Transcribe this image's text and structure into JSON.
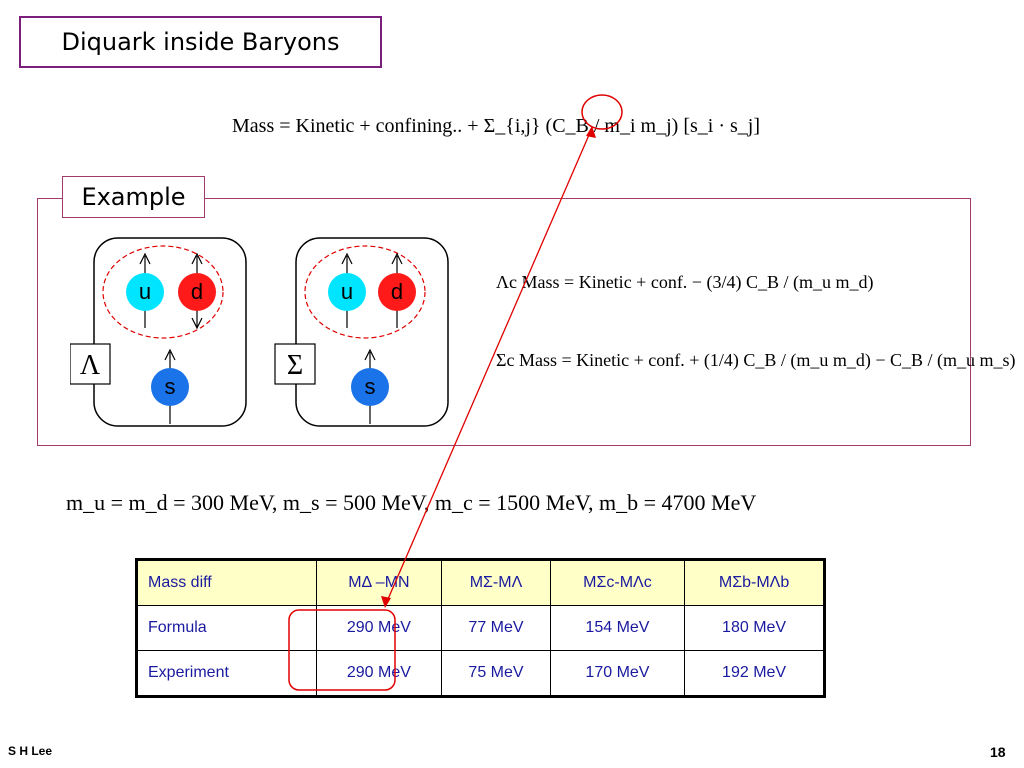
{
  "title": "Diquark inside Baryons",
  "formula_main": "Mass = Kinetic + confining.. + Σ_{i,j} (C_B / m_i m_j) [s_i · s_j]",
  "example_label": "Example",
  "baryons": [
    {
      "symbol": "Λ",
      "quarks": [
        "u",
        "d",
        "s"
      ]
    },
    {
      "symbol": "Σ",
      "quarks": [
        "u",
        "d",
        "s"
      ]
    }
  ],
  "formula_lambda": "Λc  Mass = Kinetic + conf. − (3/4) C_B / (m_u m_d)",
  "formula_sigma": "Σc  Mass = Kinetic + conf. + (1/4) C_B / (m_u m_d) − C_B / (m_u m_s)",
  "masses_line": "m_u = m_d = 300 MeV,    m_s = 500 MeV,    m_c = 1500 MeV,    m_b = 4700 MeV",
  "table": {
    "headers": [
      "Mass diff",
      "MΔ –MN",
      "MΣ-MΛ",
      "MΣc-MΛc",
      "MΣb-MΛb"
    ],
    "rows": [
      [
        "Formula",
        "290 MeV",
        "77 MeV",
        "154 MeV",
        "180 MeV"
      ],
      [
        "Experiment",
        "290 MeV",
        "75 MeV",
        "170 MeV",
        "192 MeV"
      ]
    ]
  },
  "footer_author": "S H Lee",
  "page_number": "18",
  "colors": {
    "title_border": "#7a1f7a",
    "frame_border": "#a23b6b",
    "u_quark": "#00e5ff",
    "d_quark": "#ff1a1a",
    "s_quark": "#1a73e8",
    "table_text": "#1a1aa0",
    "table_header_bg": "#ffffc8",
    "arrow": "#e00000"
  }
}
